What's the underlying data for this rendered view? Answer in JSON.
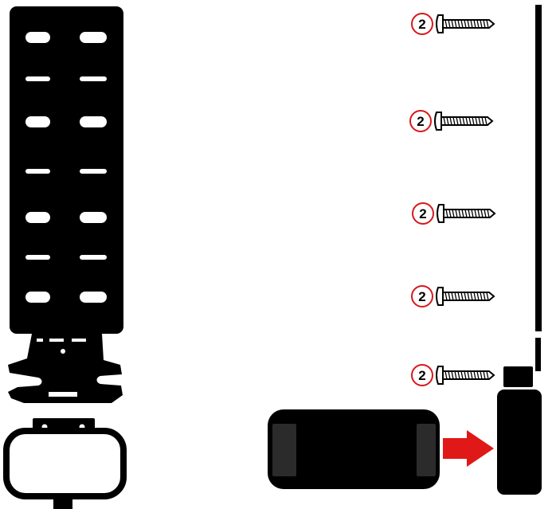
{
  "screws": [
    {
      "quantity": "2"
    },
    {
      "quantity": "2"
    },
    {
      "quantity": "2"
    },
    {
      "quantity": "2"
    },
    {
      "quantity": "2"
    }
  ],
  "colors": {
    "part": "#000000",
    "background": "#ffffff",
    "callout_ring": "#d7191c",
    "arrow": "#e01818",
    "slot": "#ffffff",
    "screw_fill": "#ffffff"
  },
  "icons": {
    "callout": "quantity-callout-icon",
    "screw": "screw-icon",
    "arrow": "insert-arrow-icon"
  }
}
